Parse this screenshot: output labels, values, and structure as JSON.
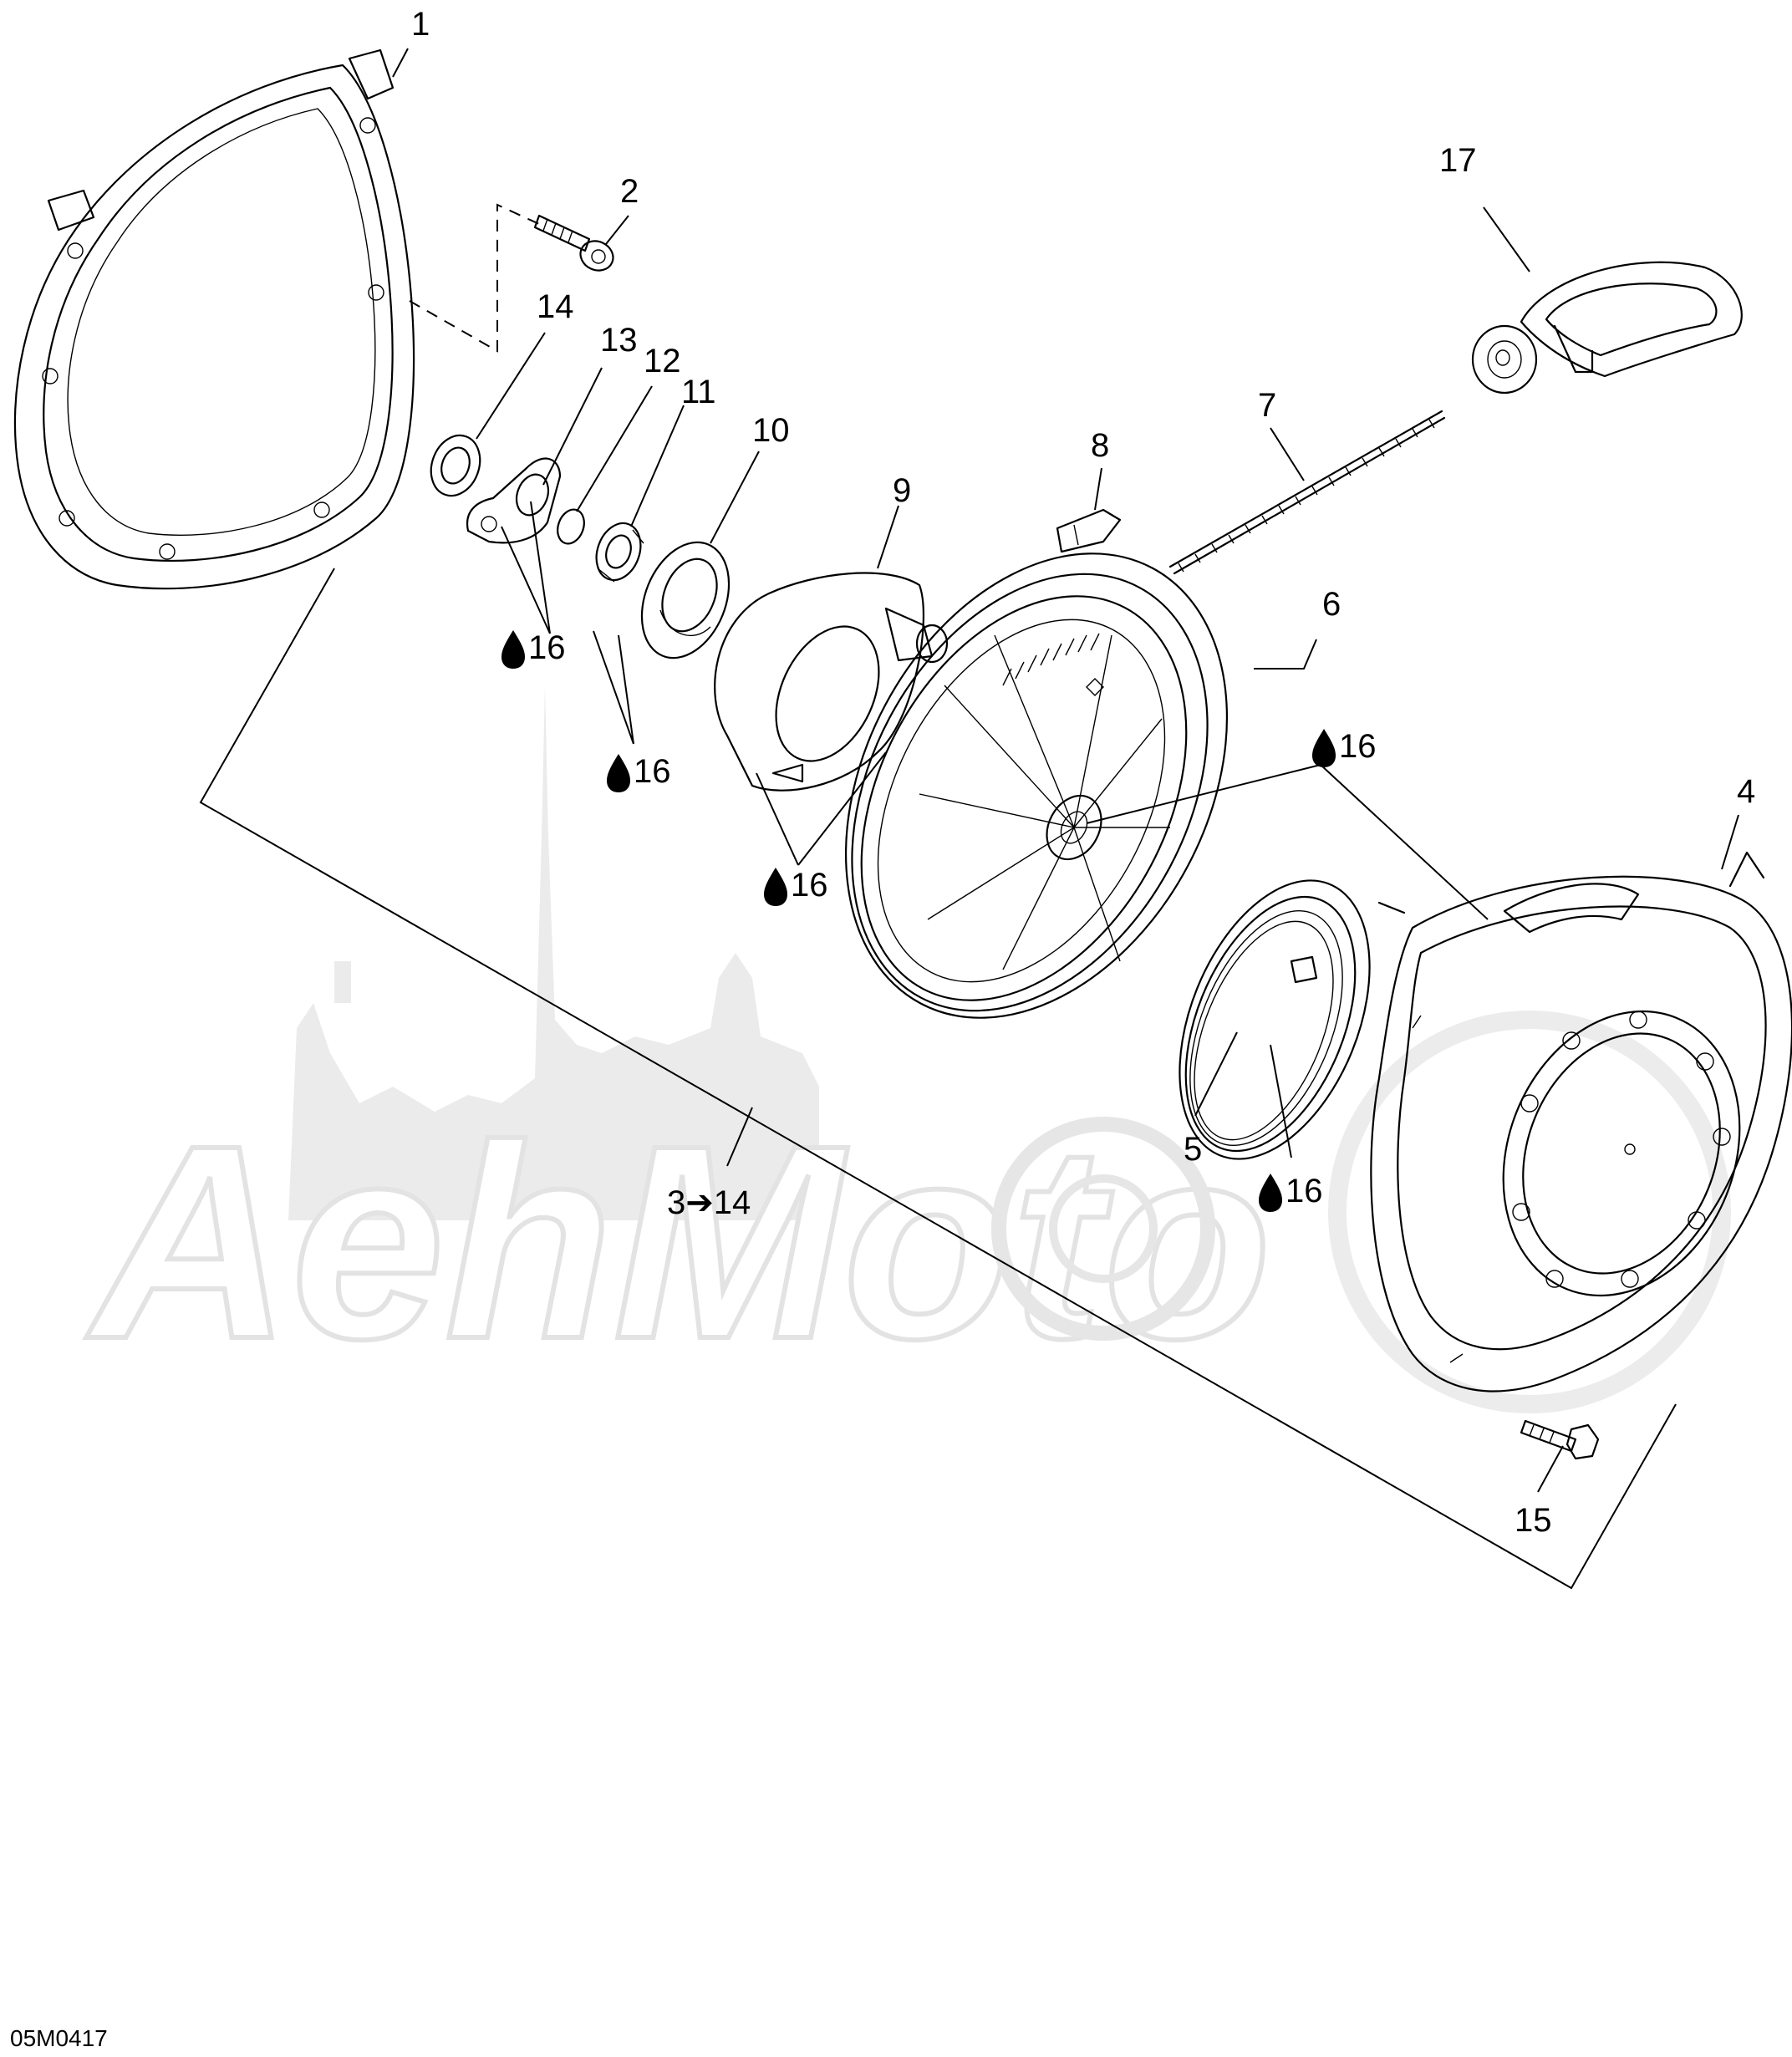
{
  "diagram": {
    "drawing_code": "05M0417",
    "watermark_text": "AehMoto",
    "callouts": {
      "c1": "1",
      "c2": "2",
      "c4": "4",
      "c5": "5",
      "c6": "6",
      "c7": "7",
      "c8": "8",
      "c9": "9",
      "c10": "10",
      "c11": "11",
      "c12": "12",
      "c13": "13",
      "c14": "14",
      "c15": "15",
      "c17": "17",
      "range": "3➔14",
      "lube": "16"
    }
  }
}
